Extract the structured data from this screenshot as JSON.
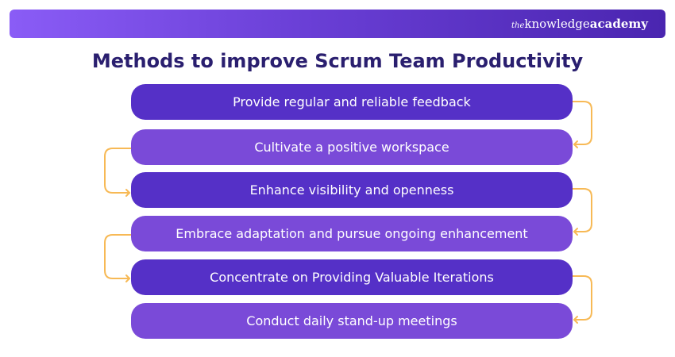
{
  "logo": {
    "prefix": "the",
    "regular": "knowledge",
    "bold": "academy"
  },
  "title": "Methods to improve Scrum Team Productivity",
  "steps": [
    "Provide regular and reliable feedback",
    "Cultivate a positive workspace",
    "Enhance visibility and openness",
    "Embrace adaptation and pursue ongoing enhancement",
    "Concentrate on Providing Valuable Iterations",
    "Conduct daily stand-up meetings"
  ],
  "colors": {
    "title": "#2a1f6f",
    "step_dark": "#5530c7",
    "step_light": "#7a4ad8",
    "connector": "#f7b955"
  }
}
